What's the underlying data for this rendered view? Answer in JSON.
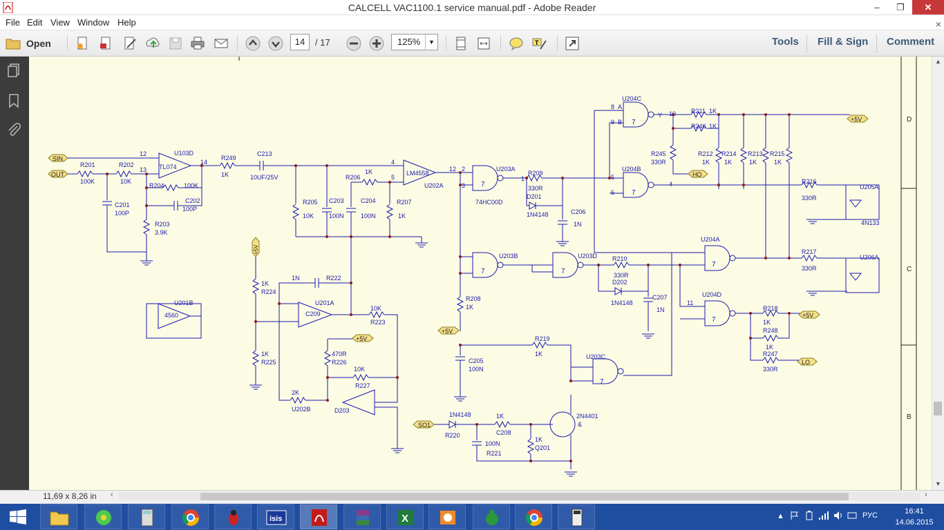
{
  "window": {
    "title": "CALCELL VAC1100.1 service manual.pdf - Adobe Reader",
    "minimize": "–",
    "restore": "❐",
    "close": "✕"
  },
  "menu": {
    "items": [
      "File",
      "Edit",
      "View",
      "Window",
      "Help"
    ],
    "close_doc": "×"
  },
  "toolbar": {
    "open_label": "Open",
    "page_current": "14",
    "page_total": "/ 17",
    "zoom": "125%",
    "tools_label": "Tools",
    "fillsign_label": "Fill & Sign",
    "comment_label": "Comment"
  },
  "status": {
    "page_size": "11,69 x 8,26 in"
  },
  "taskbar": {
    "language": "РУС",
    "time": "16:41",
    "date": "14.06.2015"
  },
  "schematic": {
    "border_labels": [
      "D",
      "C",
      "B"
    ],
    "nets": {
      "sin": "SIN",
      "out": "OUT",
      "ho": "HO",
      "lo": "LO",
      "so1": "SO1",
      "p5v": "+5V"
    },
    "labels": [
      "U103D",
      "TL074",
      "R201",
      "100K",
      "R202",
      "10K",
      "13",
      "12",
      "14",
      "R204",
      "100K",
      "C201",
      "100P",
      "C202",
      "100P",
      "R203",
      "3.9K",
      "R249",
      "1K",
      "C213",
      "10UF/25V",
      "4",
      "R205",
      "10K",
      "C203",
      "100N",
      "R206",
      "1K",
      "5",
      "C204",
      "100N",
      "R207",
      "1K",
      "LM4558",
      "U202A",
      "12",
      "2",
      "3",
      "U203A",
      "74HC00D",
      "R209",
      "330R",
      "D201",
      "1N4148",
      "C206",
      "1N",
      "1",
      "U204C",
      "8",
      "9",
      "A",
      "B",
      "10",
      "Y",
      "R211",
      "1K",
      "R246",
      "1K",
      "R245",
      "330R",
      "R212",
      "1K",
      "R214",
      "1K",
      "R213",
      "1K",
      "R215",
      "1K",
      "U204B",
      "5",
      "6",
      "4",
      "R216",
      "330R",
      "U205A",
      "4N133",
      "U204A",
      "R217",
      "330R",
      "U206A",
      "U204D",
      "11",
      "R218",
      "1K",
      "R248",
      "1K",
      "R247",
      "330R",
      "U203B",
      "U203D",
      "R210",
      "330R",
      "D202",
      "1N4148",
      "C207",
      "1N",
      "R208",
      "1K",
      "R219",
      "1K",
      "C205",
      "100N",
      "U203C",
      "U201B",
      "4560",
      "U201A",
      "C209",
      "1N",
      "R222",
      "10K",
      "R223",
      "1K",
      "R224",
      "1K",
      "R225",
      "470R",
      "R226",
      "10K",
      "R227",
      "2K",
      "U202B",
      "D203",
      "1N4148",
      "R220",
      "1K",
      "C208",
      "100N",
      "R221",
      "1K",
      "Q201",
      "2N4401",
      "&",
      "7",
      "8",
      "9",
      "10"
    ]
  },
  "colors": {
    "accent": "#3e5a78",
    "wire": "#1a1ab0",
    "junction": "#8b1a1a",
    "net_flag": "#f5e08a",
    "page_bg": "#fcfbe3",
    "taskbar": "#1f4ea1"
  }
}
